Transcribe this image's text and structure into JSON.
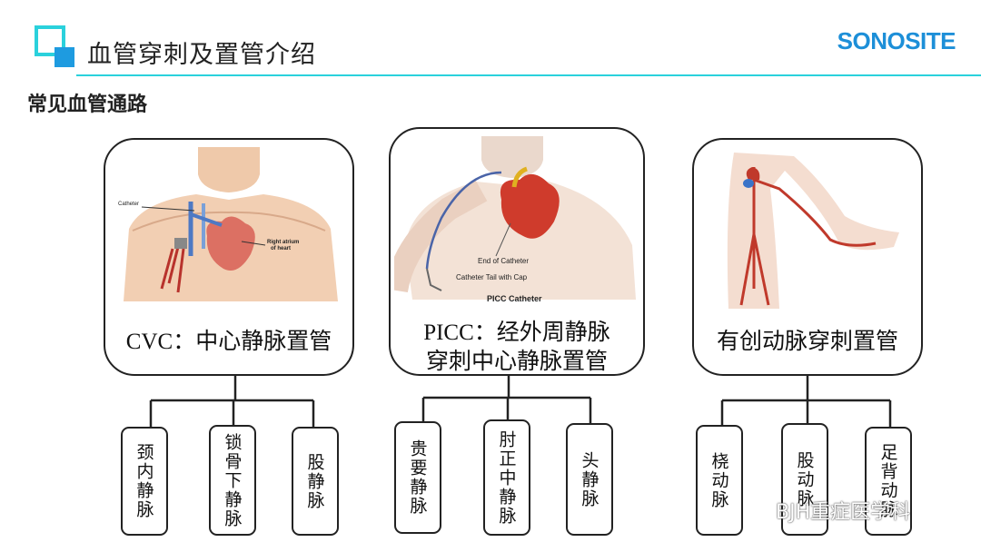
{
  "header": {
    "title": "血管穿刺及置管介绍",
    "brand": "SONOSITE"
  },
  "subtitle": "常见血管通路",
  "cards": [
    {
      "label_latin": "CVC",
      "label_rest": "：中心静脉置管",
      "illustration_labels": [
        "Catheter",
        "Right atrium",
        "of heart"
      ],
      "children": [
        "颈内静脉",
        "锁骨下静脉",
        "股静脉"
      ]
    },
    {
      "label_latin": "PICC",
      "label_rest": "：经外周静脉",
      "label_line2": "穿刺中心静脉置管",
      "illustration_labels": [
        "End of Catheter",
        "Catheter Tail with Cap",
        "PICC Catheter"
      ],
      "children": [
        "贵要静脉",
        "肘正中静脉",
        "头静脉"
      ]
    },
    {
      "label": "有创动脉穿刺置管",
      "children": [
        "桡动脉",
        "股动脉",
        "足背动脉"
      ]
    }
  ],
  "watermark": "BJH重症医学科",
  "colors": {
    "accent_cyan": "#2ad1dc",
    "accent_blue": "#1e9be0",
    "brand_blue": "#1d8fd8"
  }
}
